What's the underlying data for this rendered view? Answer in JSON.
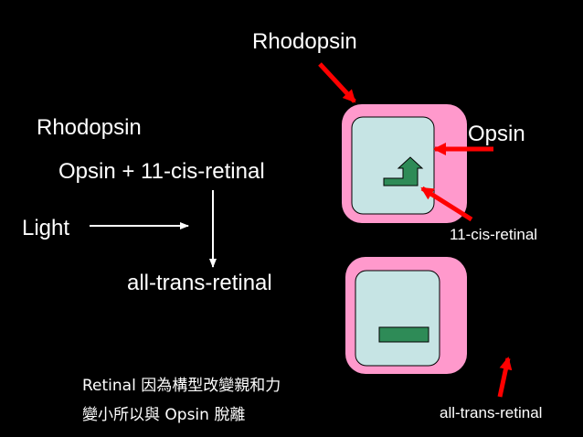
{
  "labels": {
    "rhodopsin_top": "Rhodopsin",
    "rhodopsin_left": "Rhodopsin",
    "opsin_equation": "Opsin + 11-cis-retinal",
    "light": "Light",
    "all_trans_center": "all-trans-retinal",
    "opsin_right": "Opsin",
    "cis_retinal_right": "11-cis-retinal",
    "all_trans_right": "all-trans-retinal"
  },
  "note": {
    "line1": "Retinal 因為構型改變親和力",
    "line2": "變小所以與 Opsin 脫離"
  },
  "colors": {
    "background": "#000000",
    "text": "#ffffff",
    "rhodopsin_outer": "#ff99cc",
    "opsin_inner": "#c6e4e4",
    "retinal": "#2e8b57",
    "pointer_arrow": "#ff0000"
  }
}
